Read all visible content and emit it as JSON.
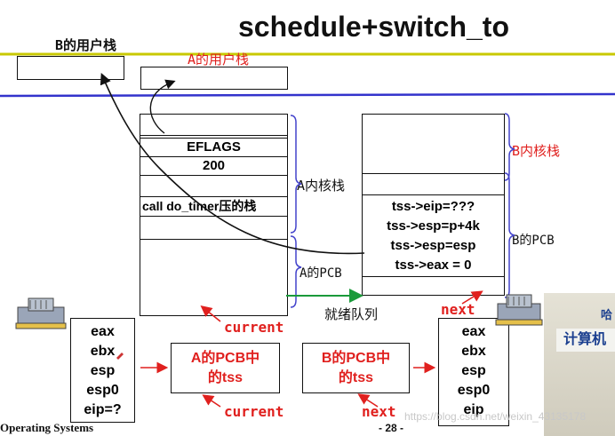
{
  "title": "schedule+switch_to",
  "labels": {
    "b_user_stack": "B的用户栈",
    "a_user_stack": "A的用户栈",
    "a_kernel_stack": "A内核栈",
    "b_kernel_stack": "B内核栈",
    "a_pcb": "A的PCB",
    "b_pcb": "B的PCB",
    "ready_queue": "就绪队列",
    "current_upper": "current",
    "current_lower": "current",
    "next_upper": "next",
    "next_lower": "next"
  },
  "a_kernel_cells": [
    "EFLAGS",
    "200",
    "call do_timer压的栈"
  ],
  "b_kernel_cells": [
    "tss->eip=???",
    "tss->esp=p+4k",
    "tss->esp=esp",
    "tss->eax = 0"
  ],
  "cpu_registers_left": [
    "eax",
    "ebx",
    "esp",
    "esp0",
    "eip=?"
  ],
  "cpu_registers_right": [
    "eax",
    "ebx",
    "esp",
    "esp0",
    "eip"
  ],
  "tss_boxes": {
    "a": [
      "A的PCB中",
      "的tss"
    ],
    "b": [
      "B的PCB中",
      "的tss"
    ]
  },
  "footer": {
    "left": "Operating Systems",
    "page": "- 28 -",
    "watermark": "https://blog.csdn.net/weixin_43135178"
  },
  "photo_sign_text": "计算机",
  "photo_corner_text": "哈",
  "colors": {
    "red_label": "#e0201e",
    "header_rule": "#3333cc",
    "accent_rule": "#c8c800",
    "brace": "#4444cc",
    "green_arrow": "#1a9a3a"
  }
}
